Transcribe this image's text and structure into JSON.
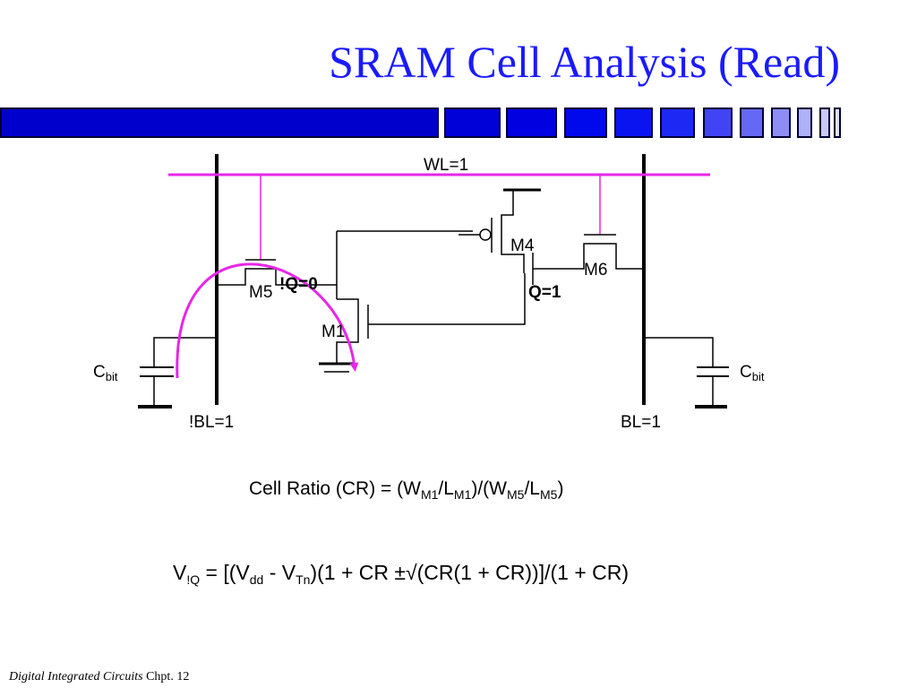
{
  "slide": {
    "title": "SRAM Cell Analysis (Read)",
    "footer_book": "Digital Integrated Circuits",
    "footer_chapter": "Chpt. 12"
  },
  "colors": {
    "title": "#1a1aff",
    "bar_dark": "#0000cc",
    "wordline": "#e826e8",
    "wire": "#000000"
  },
  "circuit": {
    "wordline": "WL=1",
    "transistors": [
      "M5",
      "M1",
      "M4",
      "M6"
    ],
    "node_left": "!Q=0",
    "node_right": "Q=1",
    "bitline_left": "!BL=1",
    "bitline_right": "BL=1",
    "cap_main": "C",
    "cap_sub": "bit"
  },
  "equations": {
    "cr": {
      "t1": "Cell Ratio (CR) = (W",
      "s1": "M1",
      "t2": "/L",
      "s2": "M1",
      "t3": ")/(W",
      "s3": "M5",
      "t4": "/L",
      "s4": "M5",
      "t5": ")"
    },
    "vq": {
      "t1": "V",
      "s1": "!Q",
      "t2": " = [(V",
      "s2": "dd",
      "t3": " - V",
      "s3": "Tn",
      "t4": ")(1 + CR ±√(CR(1 + CR))]/(1 + CR)"
    }
  }
}
